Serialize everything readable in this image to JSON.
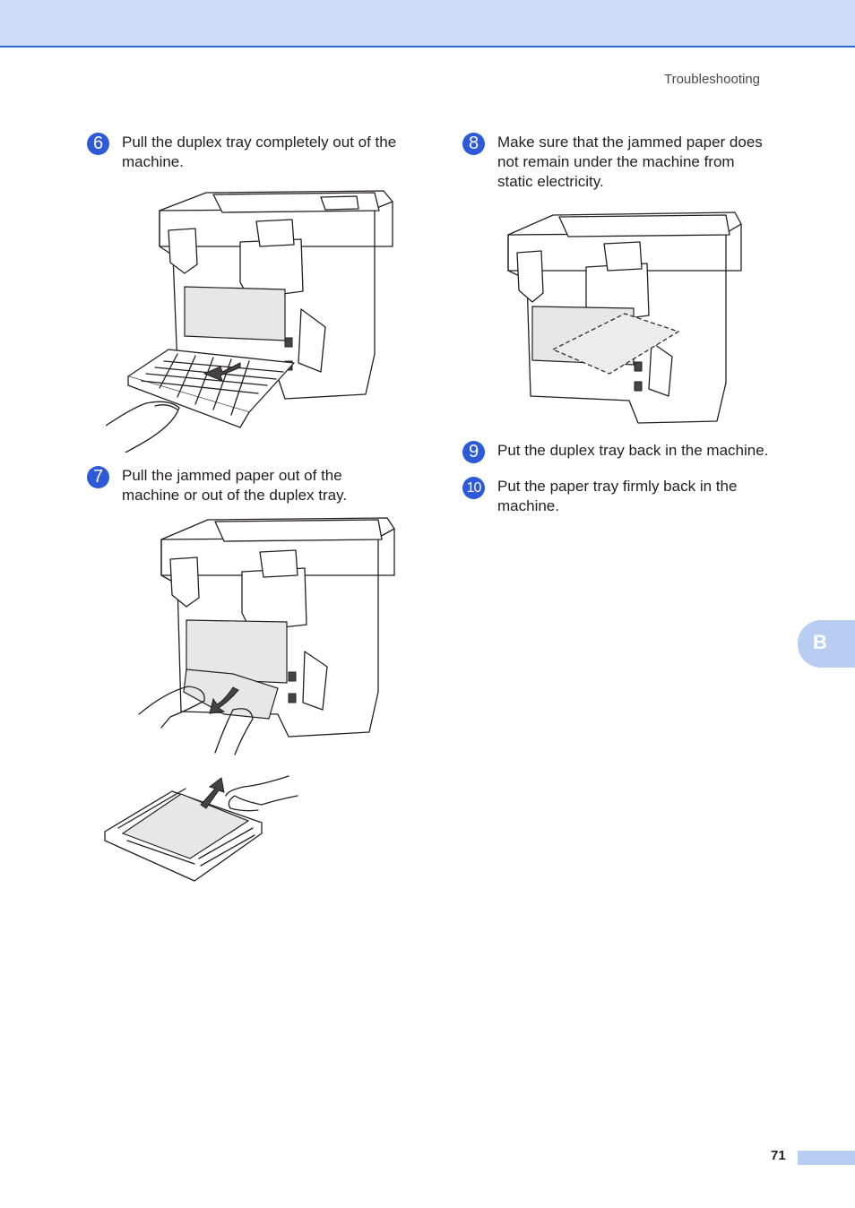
{
  "header": {
    "running_head": "Troubleshooting"
  },
  "steps": [
    {
      "number": "6",
      "text_lines": [
        "Pull the duplex tray completely out of the",
        "machine."
      ]
    },
    {
      "number": "7",
      "text_lines": [
        "Pull the jammed paper out of the",
        "machine or out of the duplex tray."
      ]
    },
    {
      "number": "8",
      "text_lines": [
        "Make sure that the jammed paper does",
        "not remain under the machine from",
        "static electricity."
      ]
    },
    {
      "number": "9",
      "text_lines": [
        "Put the duplex tray back in the machine."
      ]
    },
    {
      "number": "10",
      "text_lines": [
        "Put the paper tray firmly back in the",
        "machine."
      ]
    }
  ],
  "side_tab": {
    "label": "B"
  },
  "footer": {
    "page_number": "71"
  },
  "colors": {
    "accent": "#2e59d9",
    "band": "#cfdcf8",
    "tab": "#b9cdf3"
  },
  "icons": [
    "machine-back-illustration",
    "duplex-tray-illustration",
    "paper-tray-illustration",
    "hand-illustration",
    "arrow-icon"
  ]
}
